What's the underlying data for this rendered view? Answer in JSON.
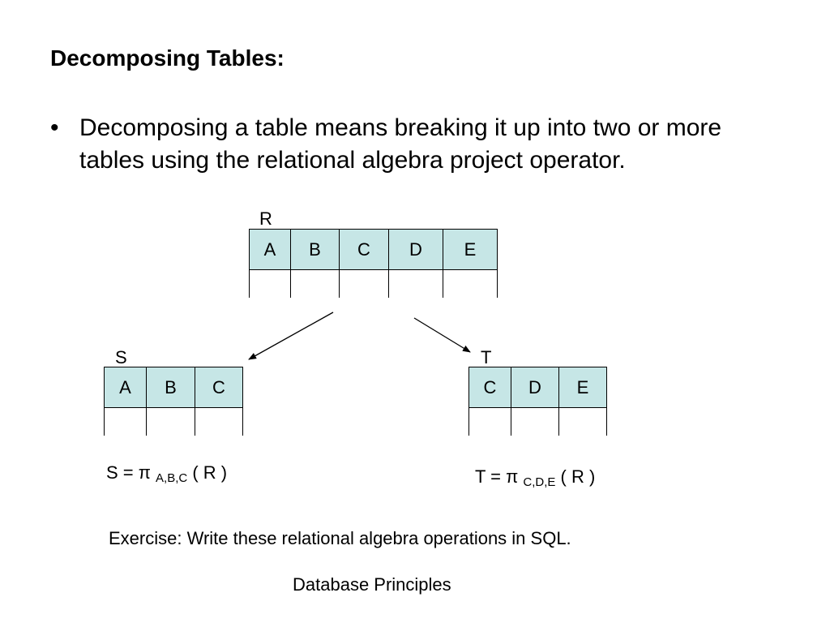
{
  "slide": {
    "title": "Decomposing Tables:",
    "bullet": {
      "marker": "•",
      "text": "Decomposing a table means breaking it up into two or more tables using the relational algebra project operator."
    },
    "exercise": "Exercise: Write these relational algebra operations in SQL.",
    "footer": "Database Principles"
  },
  "tables": {
    "r": {
      "name": "R",
      "columns": [
        "A",
        "B",
        "C",
        "D",
        "E"
      ]
    },
    "s": {
      "name": "S",
      "columns": [
        "A",
        "B",
        "C"
      ]
    },
    "t": {
      "name": "T",
      "columns": [
        "C",
        "D",
        "E"
      ]
    }
  },
  "formulas": {
    "s": {
      "lhs": "S = π ",
      "sub": "A,B,C",
      "rhs": " ( R )"
    },
    "t": {
      "lhs": "T = π ",
      "sub": "C,D,E",
      "rhs": " ( R )"
    }
  },
  "colors": {
    "header_fill": "#c6e6e6",
    "line": "#000000"
  }
}
